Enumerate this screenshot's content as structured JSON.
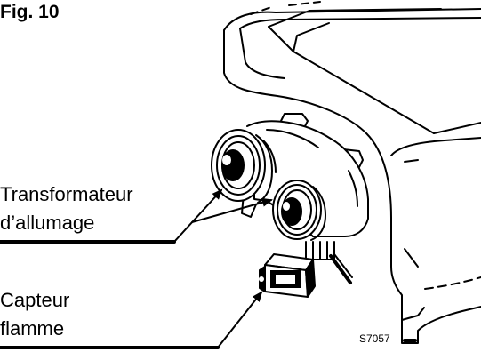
{
  "figure": {
    "title": "Fig. 10",
    "labels": {
      "transformer_line1": "Transformateur",
      "transformer_line2": "d’allumage",
      "sensor_line1": "Capteur",
      "sensor_line2": "flamme"
    },
    "reference_code": "S7057",
    "colors": {
      "ink": "#000000",
      "paper": "#ffffff"
    }
  }
}
